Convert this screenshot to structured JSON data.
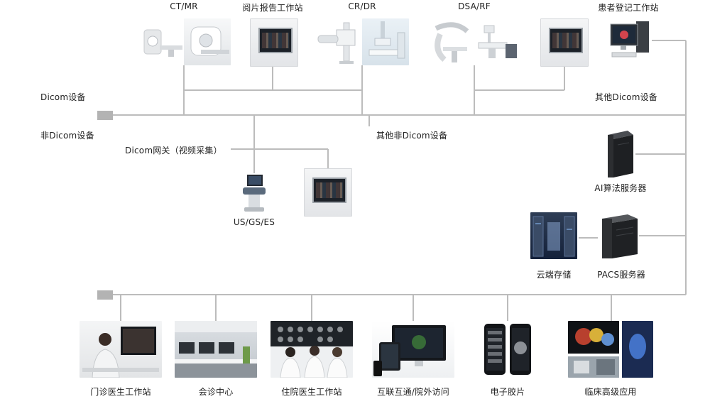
{
  "colors": {
    "line": "#bcbcbc",
    "bus_stub": "#b3b3b3",
    "text": "#222222"
  },
  "top_devices": {
    "ct_mr": "CT/MR",
    "reading_workstation": "阅片报告工作站",
    "cr_dr": "CR/DR",
    "dsa_rf": "DSA/RF",
    "registration_workstation": "患者登记工作站"
  },
  "buses": {
    "dicom": "Dicom设备",
    "non_dicom": "非Dicom设备",
    "other_dicom": "其他Dicom设备",
    "other_non_dicom": "其他非Dicom设备"
  },
  "gateway": {
    "label": "Dicom网关（视频采集）",
    "ultrasound": "US/GS/ES"
  },
  "servers": {
    "ai": "AI算法服务器",
    "cloud": "云端存储",
    "pacs": "PACS服务器"
  },
  "clients": [
    {
      "label": "门诊医生工作站",
      "icon": "doctor-workstation-photo"
    },
    {
      "label": "会诊中心",
      "icon": "consultation-room-photo"
    },
    {
      "label": "住院医生工作站",
      "icon": "ward-doctors-photo"
    },
    {
      "label": "互联互通/院外访问",
      "icon": "multi-device-photo"
    },
    {
      "label": "电子胶片",
      "icon": "mobile-film-photo"
    },
    {
      "label": "临床高级应用",
      "icon": "3d-application-photo"
    }
  ]
}
